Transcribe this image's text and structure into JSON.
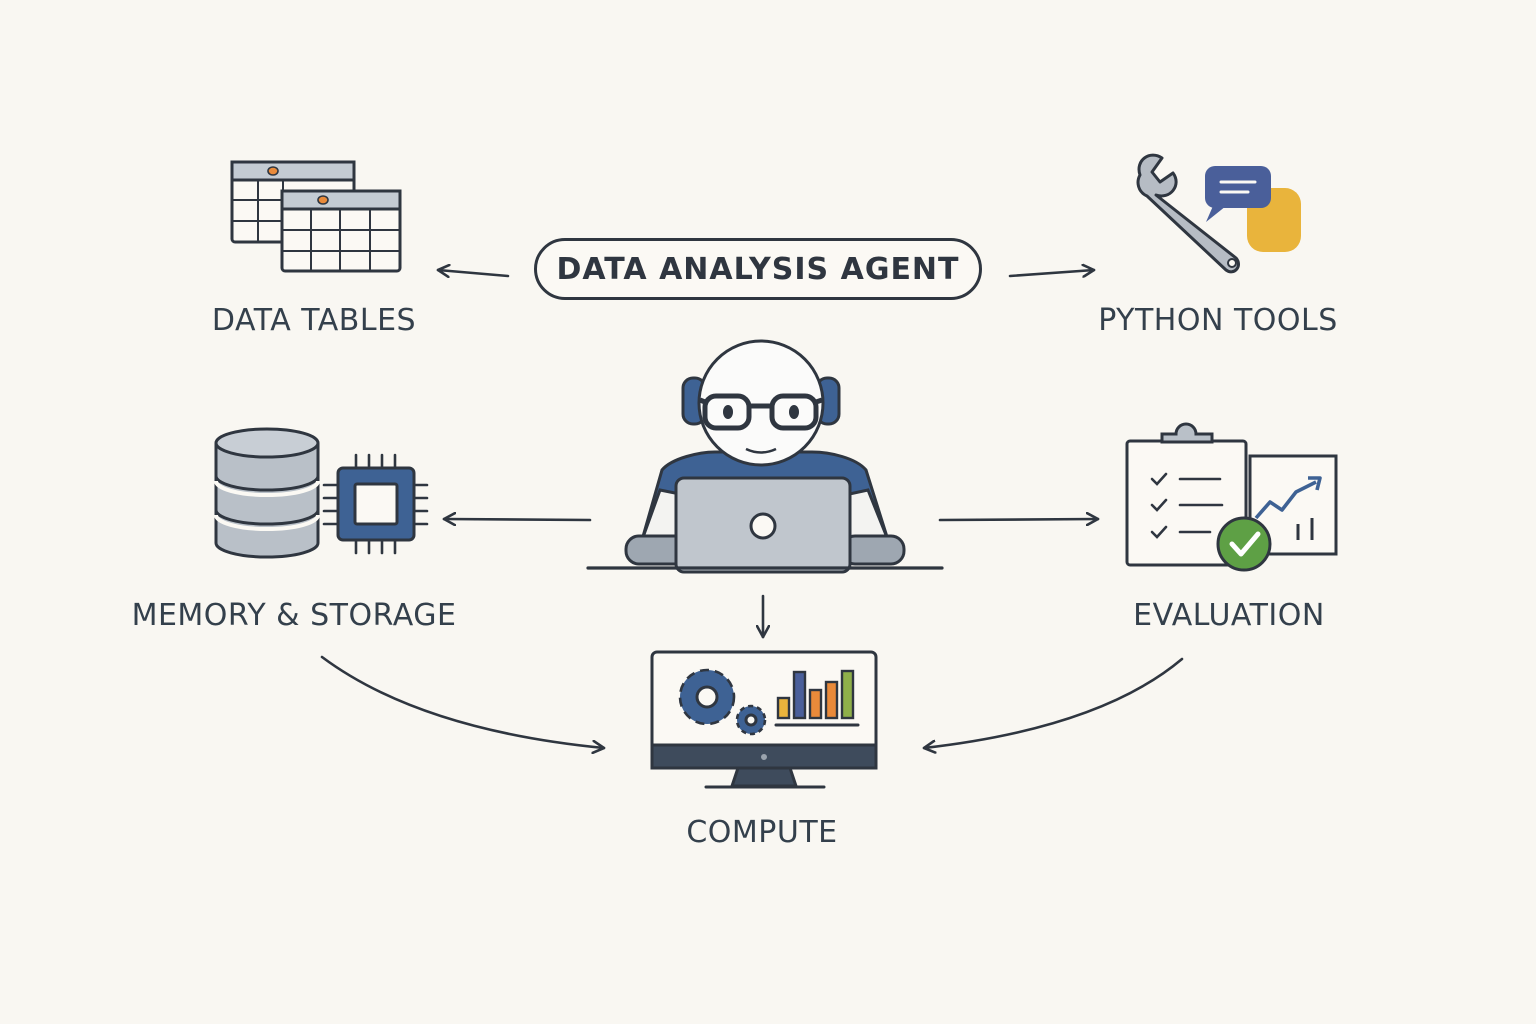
{
  "title": "DATA ANALYSIS AGENT",
  "nodes": {
    "data_tables": "DATA TABLES",
    "python_tools": "PYTHON TOOLS",
    "memory_storage": "MEMORY & STORAGE",
    "evaluation": "EVALUATION",
    "compute": "COMPUTE"
  },
  "colors": {
    "background": "#f9f7f2",
    "ink": "#2f3640",
    "blue": "#3e6294",
    "gray": "#b9c0c8",
    "orange": "#e98a3a",
    "yellow": "#e9b43c",
    "green": "#5ea045",
    "python_blue": "#4a5f9a"
  }
}
